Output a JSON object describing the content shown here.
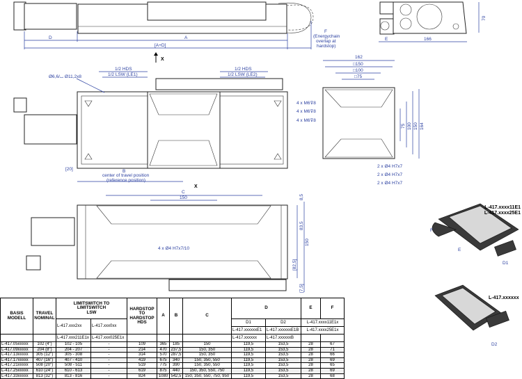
{
  "top_view": {
    "dim_D": "D",
    "dim_A": "A",
    "dim_AD": "[A+D]",
    "dim_F": [
      "F",
      "(Energychain",
      "overlap at",
      "hardstop)"
    ],
    "arrow_x": "X"
  },
  "end_view": {
    "dim_E": "E",
    "dim_166": "166",
    "dim_70": "70"
  },
  "plan_view": {
    "half_hds_left": "1/2 HDS",
    "half_lsw_left": "1/2 LSW (LE1)",
    "half_hds_right": "1/2 HDS",
    "half_lsw_right": "1/2 LSW (LE2)",
    "hole_callout": "Ø6,6/⌴ Ø11,2x8",
    "dim_20": "[20]",
    "dim_B": "B",
    "b_note_1": "center of travel position",
    "b_note_2": "(reference position)",
    "label_x": "X"
  },
  "carriage_view": {
    "dim_162": "162",
    "dim_150": "□150",
    "dim_100": "□100",
    "dim_75": "□75",
    "thread_callouts": [
      "4 x M6⊽8",
      "4 x M6⊽8",
      "4 x M6⊽8"
    ],
    "pin_callouts": [
      "2 x Ø4 H7x7",
      "2 x Ø4 H7x7",
      "2 x Ø4 H7x7"
    ],
    "vdims": [
      "75",
      "100",
      "150",
      "164"
    ]
  },
  "bottom_view": {
    "dim_C": "C",
    "dim_150": "150",
    "pin_callout": "4 x Ø4 H7x7/10",
    "vdims": [
      "8,5",
      "83,5",
      "150",
      "[82,5]",
      "[7,5]"
    ]
  },
  "iso_views": {
    "top_label_1": "L-417.xxxx11E1",
    "top_label_2": "L-417.xxxx25E1",
    "bottom_label": "L-417.xxxxxx",
    "dims": [
      "F",
      "E",
      "D1",
      "D2"
    ]
  },
  "table": {
    "headers": {
      "basis": [
        "BASIS",
        "MODELL"
      ],
      "travel": [
        "TRAVEL",
        "NOMINAL"
      ],
      "lsw": [
        "LIMITSWITCH TO",
        "LIMITSWITCH",
        "LSW"
      ],
      "hds": [
        "HARDSTOP",
        "TO",
        "HARDSTOP",
        "HDS"
      ],
      "a": "A",
      "b": "B",
      "c": "C",
      "d": "D",
      "e": "E",
      "f": "F"
    },
    "sub1": {
      "lsw1": "L-417.xxx211E1x",
      "lsw2": "L-417.xxx025E1x",
      "d1": "D1",
      "d2": "D2"
    },
    "sub2": {
      "lsw1": "L-417.xxx2xx",
      "lsw2": "L-417.xxx0xx",
      "d1": "L-417.xxxxxxE1",
      "d2": "L-417.xxxxxxE1B",
      "ef": "L-417.xxxx11E1x"
    },
    "sub3": {
      "d1": "L-417.xxxxxx",
      "d2": "L-417.xxxxxxB",
      "ef": "L-417.xxxx25E1x"
    },
    "rows": [
      {
        "model": "L-417.05xxxxx",
        "travel": "102 (4\")",
        "lsw1": "102 - 105",
        "lsw2": "-",
        "hds": "109",
        "a": "365",
        "b": "185",
        "c": "150",
        "d1": "119,5",
        "d2": "153,5",
        "e": "28",
        "f": "67"
      },
      {
        "model": "L-417.09xxxxx",
        "travel": "204 (8\")",
        "lsw1": "204 - 207",
        "lsw2": "-",
        "hds": "214",
        "a": "470",
        "b": "237,5",
        "c": "150, 350",
        "d1": "119,5",
        "d2": "153,5",
        "e": "28",
        "f": "71"
      },
      {
        "model": "L-417.13xxxxx",
        "travel": "305 (12\")",
        "lsw1": "305 - 308",
        "lsw2": "-",
        "hds": "314",
        "a": "570",
        "b": "287,5",
        "c": "150, 350",
        "d1": "119,5",
        "d2": "153,5",
        "e": "28",
        "f": "66"
      },
      {
        "model": "L-417.17xxxxx",
        "travel": "407 (16\")",
        "lsw1": "407 - 410",
        "lsw2": "-",
        "hds": "419",
        "a": "675",
        "b": "340",
        "c": "150, 350, 550",
        "d1": "119,5",
        "d2": "153,5",
        "e": "28",
        "f": "69"
      },
      {
        "model": "L-417.21xxxxx",
        "travel": "508 (20\")",
        "lsw1": "508 - 511",
        "lsw2": "-",
        "hds": "519",
        "a": "775",
        "b": "390",
        "c": "150, 350, 550",
        "d1": "119,5",
        "d2": "153,5",
        "e": "28",
        "f": "65"
      },
      {
        "model": "L-417.25xxxxx",
        "travel": "610 (24\")",
        "lsw1": "610 - 613",
        "lsw2": "-",
        "hds": "619",
        "a": "875",
        "a_": "",
        "b": "440",
        "c": "150, 350, 550, 750",
        "d1": "119,5",
        "d2": "153,5",
        "e": "28",
        "f": "69"
      },
      {
        "model": "L-417.33xxxxx",
        "travel": "813 (32\")",
        "lsw1": "813 - 816",
        "lsw2": "-",
        "hds": "824",
        "a": "1080",
        "b": "542,5",
        "c": "150, 350, 550, 750, 950",
        "d1": "119,5",
        "d2": "153,5",
        "e": "28",
        "f": "68"
      }
    ]
  }
}
